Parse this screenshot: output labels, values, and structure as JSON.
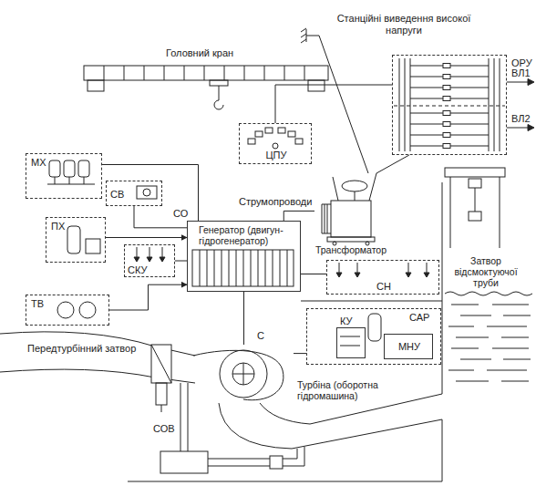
{
  "diagram": {
    "nodes": [
      {
        "text": [
          "ОРУ"
        ]
      },
      {
        "text": [
          "ЦПУ"
        ]
      },
      {
        "text": [
          "МХ"
        ]
      },
      {
        "text": [
          "ПХ"
        ]
      },
      {
        "text": [
          "СВ"
        ]
      },
      {
        "text": [
          "ТВ"
        ]
      },
      {
        "text": [
          "СКУ"
        ]
      },
      {
        "text": [
          "Генератор (двигун-гідрогенератор)"
        ]
      },
      {
        "text": [
          "Трансформатор"
        ]
      },
      {
        "text": [
          "СН"
        ]
      },
      {
        "text": [
          "САР"
        ]
      },
      {
        "text": [
          "КУ"
        ],
        "in": 10
      },
      {
        "text": [
          "МНУ"
        ],
        "in": 10
      },
      {
        "text": [
          "Турбіна (оборотна гідромашина)"
        ]
      }
    ],
    "edges": [
      {
        "from": 7,
        "to": 8,
        "arrow": "none",
        "label": "Струмопроводи"
      },
      {
        "from": 8,
        "to": 0,
        "arrow": "none"
      },
      {
        "from": 1,
        "to": 0,
        "arrow": "none"
      },
      {
        "from": 3,
        "to": 7,
        "arrow": "to"
      },
      {
        "from": 5,
        "to": 7,
        "arrow": "to"
      },
      {
        "from": 2,
        "to": 7,
        "arrow": "none"
      },
      {
        "from": 4,
        "to": 7,
        "arrow": "none"
      },
      {
        "from": 6,
        "to": 7,
        "arrow": "none"
      },
      {
        "from": 7,
        "to": 9,
        "arrow": "none"
      },
      {
        "from": 7,
        "to": 13,
        "arrow": "none"
      },
      {
        "from": 10,
        "to": 13,
        "arrow": "none"
      }
    ],
    "labels": [
      "Станційні виведення високої напруги",
      "ВЛ1",
      "ВЛ2",
      "Головний кран",
      "СО",
      "Затвор відсмоктуючої труби",
      "Передтурбінний затвор",
      "С",
      "СОВ"
    ]
  }
}
